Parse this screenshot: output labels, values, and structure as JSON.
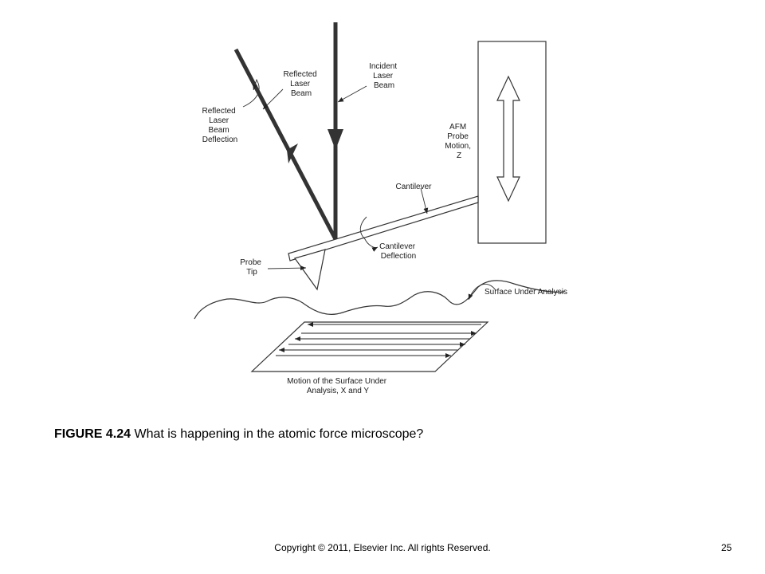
{
  "diagram": {
    "labels": {
      "reflected_beam": [
        "Reflected",
        "Laser",
        "Beam"
      ],
      "incident_beam": [
        "Incident",
        "Laser",
        "Beam"
      ],
      "reflected_deflection": [
        "Reflected",
        "Laser",
        "Beam",
        "Deflection"
      ],
      "probe_motion": [
        "AFM",
        "Probe",
        "Motion,",
        "Z"
      ],
      "cantilever": "Cantilever",
      "cantilever_deflection": [
        "Cantilever",
        "Deflection"
      ],
      "probe_tip": [
        "Probe",
        "Tip"
      ],
      "surface": "Surface Under Analysis",
      "xy_motion": [
        "Motion of the Surface Under",
        "Analysis, X and Y"
      ]
    }
  },
  "caption": {
    "figure_number": "FIGURE 4.24",
    "text": " What is happening in the atomic force microscope?"
  },
  "footer": {
    "copyright": "Copyright © 2011, Elsevier Inc. All rights Reserved.",
    "page_number": "25"
  }
}
